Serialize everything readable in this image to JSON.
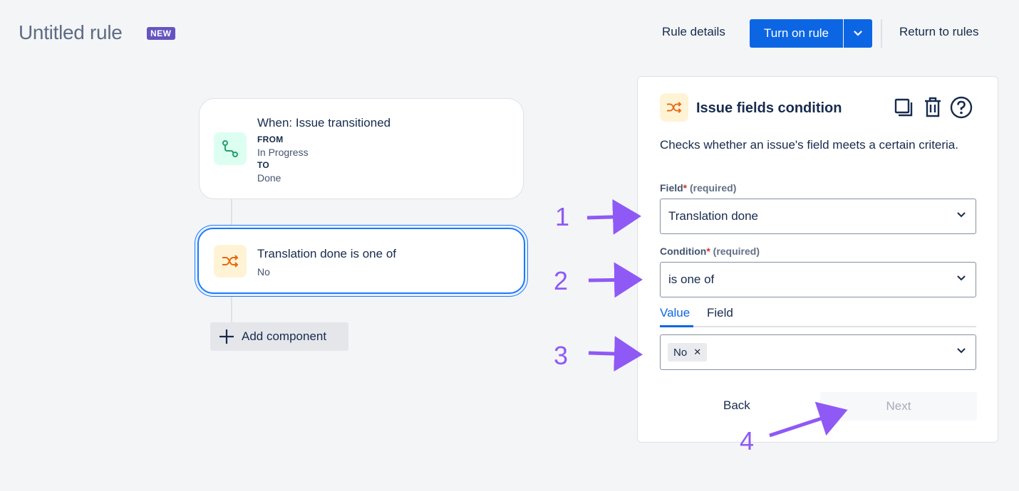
{
  "header": {
    "title": "Untitled rule",
    "badge": "NEW",
    "rule_details": "Rule details",
    "turn_on": "Turn on rule",
    "return": "Return to rules"
  },
  "flow": {
    "trigger": {
      "title": "When: Issue transitioned",
      "from_label": "FROM",
      "from_value": "In Progress",
      "to_label": "TO",
      "to_value": "Done",
      "icon": "transition-icon"
    },
    "condition": {
      "title": "Translation done is one of",
      "subtitle": "No",
      "icon": "shuffle-icon"
    },
    "add_component": "Add component"
  },
  "panel": {
    "title": "Issue fields condition",
    "description": "Checks whether an issue's field meets a certain criteria.",
    "field": {
      "label": "Field",
      "required_mark": "*",
      "required_text": "(required)",
      "value": "Translation done"
    },
    "condition": {
      "label": "Condition",
      "required_mark": "*",
      "required_text": "(required)",
      "value": "is one of"
    },
    "tabs": [
      "Value",
      "Field"
    ],
    "active_tab": "Value",
    "value_tags": [
      "No"
    ],
    "back": "Back",
    "next": "Next"
  },
  "annotations": [
    "1",
    "2",
    "3",
    "4"
  ],
  "colors": {
    "primary": "#0c66e4",
    "annotation": "#8f59f5",
    "badge": "#6554c0",
    "trigger_icon": "#22a06b",
    "condition_icon": "#e56910"
  }
}
